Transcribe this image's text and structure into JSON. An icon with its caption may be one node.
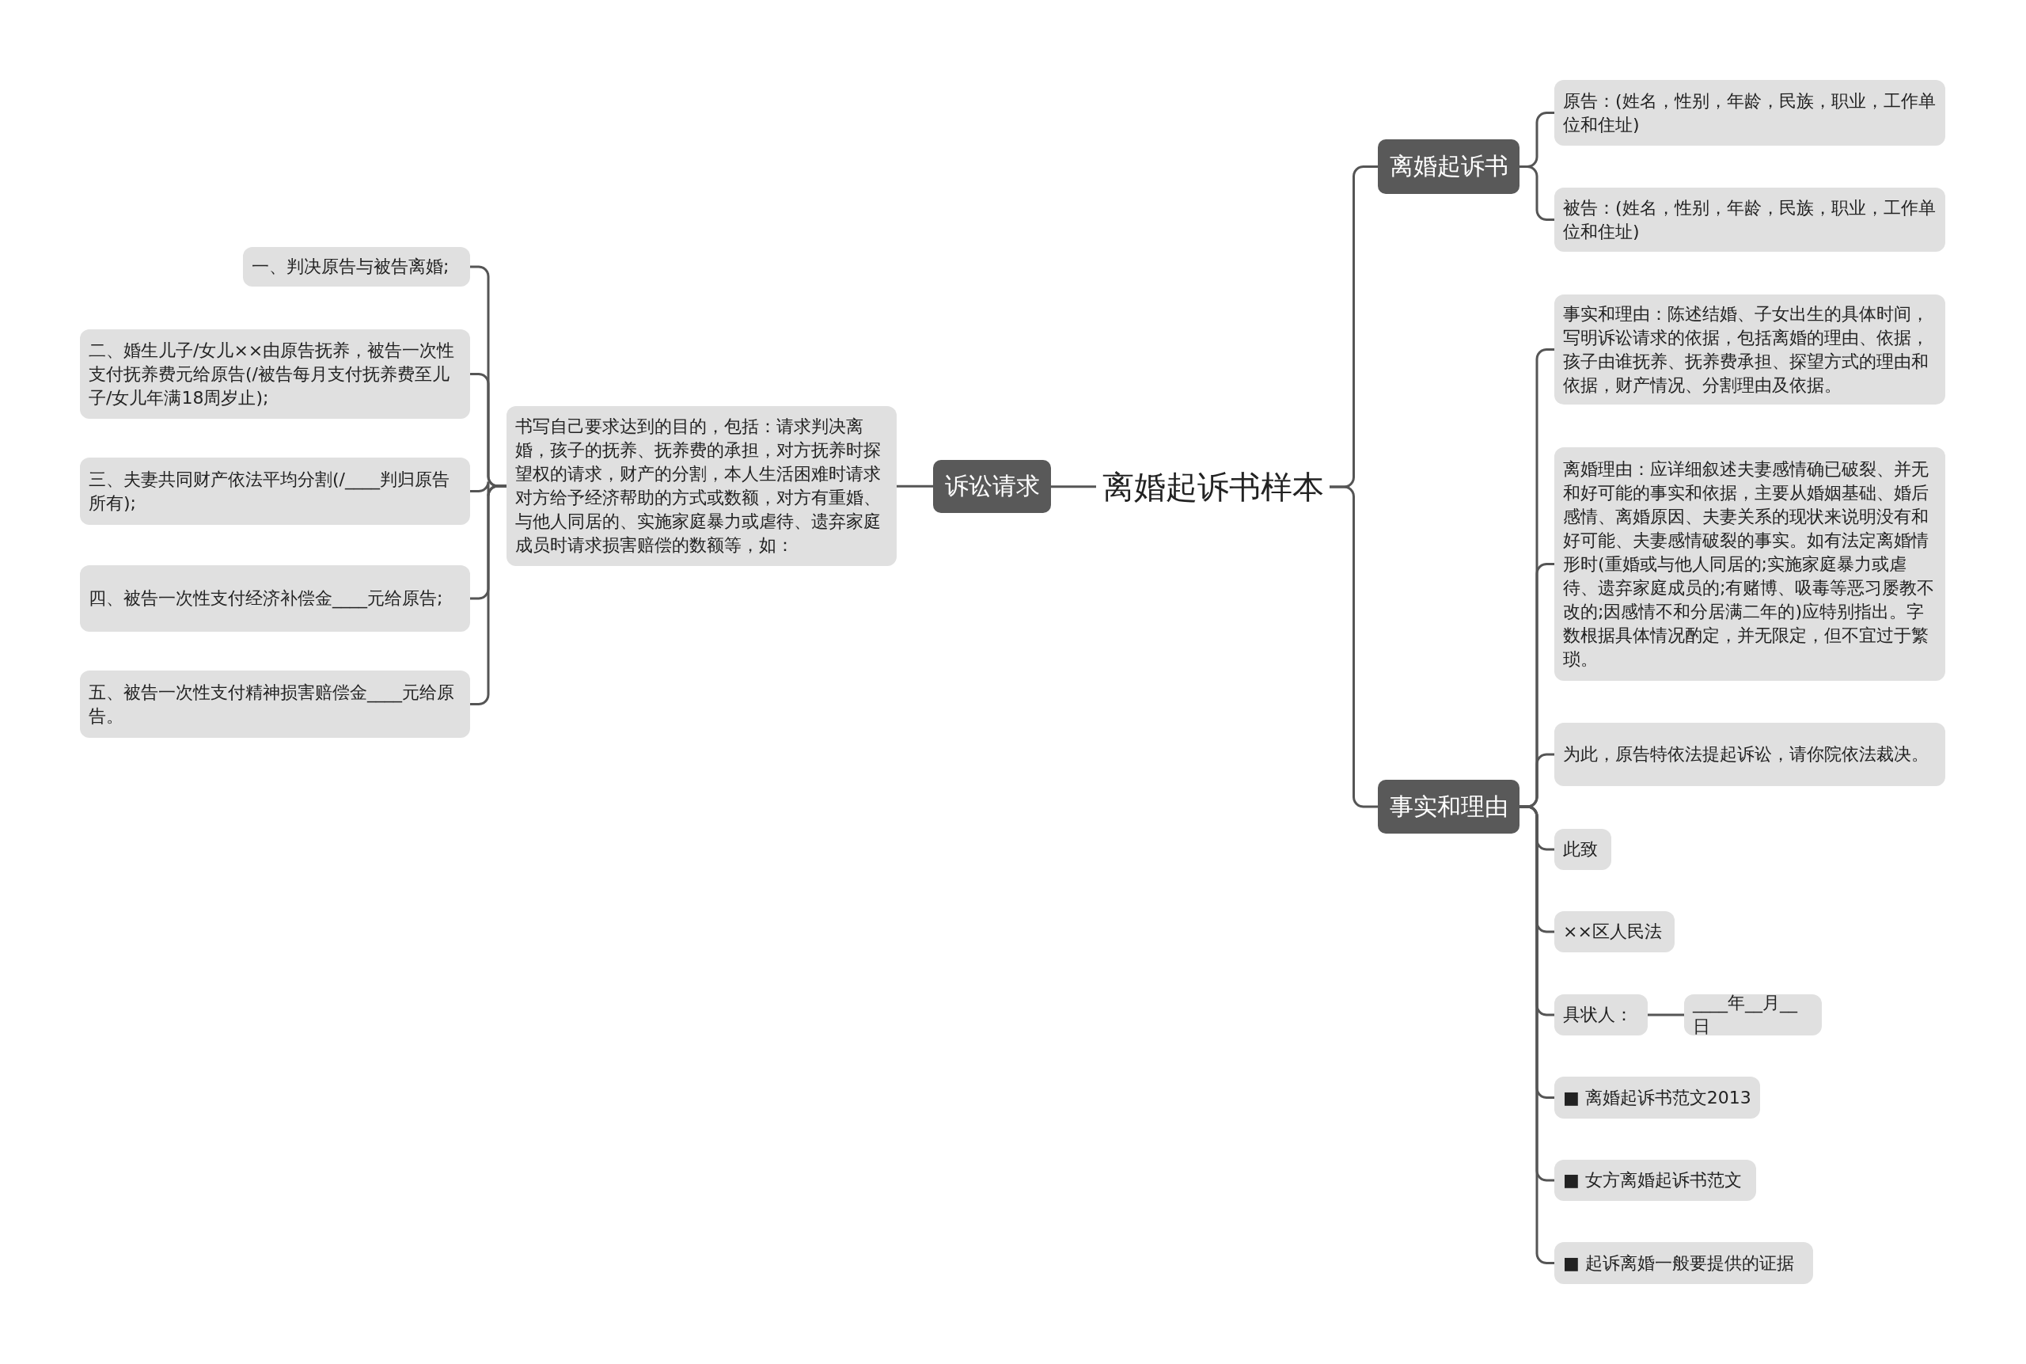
{
  "diagram": {
    "nodes": [
      {
        "text": [
          "离婚起诉书样本"
        ]
      },
      {
        "text": [
          "诉讼请求"
        ]
      },
      {
        "text": [
          "书写自己要求达到的目的，包括：请求判决离婚，孩子的抚养、抚养费的承担，对方抚养时探望权的请求，财产的分割，本人生活困难时请求对方给予经济帮助的方式或数额，对方有重婚、与他人同居的、实施家庭暴力或虐待、遗弃家庭成员时请求损害赔偿的数额等，如："
        ]
      },
      {
        "text": [
          "一、判决原告与被告离婚;"
        ]
      },
      {
        "text": [
          "二、婚生儿子/女儿××由原告抚养，被告一次性支付抚养费元给原告(/被告每月支付抚养费至儿子/女儿年满18周岁止);"
        ]
      },
      {
        "text": [
          "三、夫妻共同财产依法平均分割(/____判归原告所有);"
        ]
      },
      {
        "text": [
          "四、被告一次性支付经济补偿金____元给原告;"
        ]
      },
      {
        "text": [
          "五、被告一次性支付精神损害赔偿金____元给原告。"
        ]
      },
      {
        "text": [
          "离婚起诉书"
        ]
      },
      {
        "text": [
          "原告：(姓名，性别，年龄，民族，职业，工作单位和住址)"
        ]
      },
      {
        "text": [
          "被告：(姓名，性别，年龄，民族，职业，工作单位和住址)"
        ]
      },
      {
        "text": [
          "事实和理由"
        ]
      },
      {
        "text": [
          "事实和理由：陈述结婚、子女出生的具体时间，写明诉讼请求的依据，包括离婚的理由、依据，孩子由谁抚养、抚养费承担、探望方式的理由和依据，财产情况、分割理由及依据。"
        ]
      },
      {
        "text": [
          "离婚理由：应详细叙述夫妻感情确已破裂、并无和好可能的事实和依据，主要从婚姻基础、婚后感情、离婚原因、夫妻关系的现状来说明没有和好可能、夫妻感情破裂的事实。如有法定离婚情形时(重婚或与他人同居的;实施家庭暴力或虐待、遗弃家庭成员的;有赌博、吸毒等恶习屡教不改的;因感情不和分居满二年的)应特别指出。字数根据具体情况酌定，并无限定，但不宜过于繁琐。"
        ]
      },
      {
        "text": [
          "为此，原告特依法提起诉讼，请你院依法裁决。"
        ]
      },
      {
        "text": [
          "此致"
        ]
      },
      {
        "text": [
          "××区人民法"
        ]
      },
      {
        "text": [
          "具状人："
        ]
      },
      {
        "text": [
          "____年__月__日"
        ]
      },
      {
        "text": [
          "■ 离婚起诉书范文2013"
        ]
      },
      {
        "text": [
          "■ 女方离婚起诉书范文"
        ]
      },
      {
        "text": [
          "■ 起诉离婚一般要提供的证据"
        ]
      }
    ],
    "edges": [
      {
        "from": 0,
        "to": 1,
        "arrow": "none"
      },
      {
        "from": 1,
        "to": 2,
        "arrow": "none"
      },
      {
        "from": 2,
        "to": 3,
        "arrow": "none"
      },
      {
        "from": 2,
        "to": 4,
        "arrow": "none"
      },
      {
        "from": 2,
        "to": 5,
        "arrow": "none"
      },
      {
        "from": 2,
        "to": 6,
        "arrow": "none"
      },
      {
        "from": 2,
        "to": 7,
        "arrow": "none"
      },
      {
        "from": 0,
        "to": 8,
        "arrow": "none"
      },
      {
        "from": 8,
        "to": 9,
        "arrow": "none"
      },
      {
        "from": 8,
        "to": 10,
        "arrow": "none"
      },
      {
        "from": 0,
        "to": 11,
        "arrow": "none"
      },
      {
        "from": 11,
        "to": 12,
        "arrow": "none"
      },
      {
        "from": 11,
        "to": 13,
        "arrow": "none"
      },
      {
        "from": 11,
        "to": 14,
        "arrow": "none"
      },
      {
        "from": 11,
        "to": 15,
        "arrow": "none"
      },
      {
        "from": 11,
        "to": 16,
        "arrow": "none"
      },
      {
        "from": 11,
        "to": 17,
        "arrow": "none"
      },
      {
        "from": 17,
        "to": 18,
        "arrow": "none"
      },
      {
        "from": 11,
        "to": 19,
        "arrow": "none"
      },
      {
        "from": 11,
        "to": 20,
        "arrow": "none"
      },
      {
        "from": 11,
        "to": 21,
        "arrow": "none"
      }
    ]
  }
}
